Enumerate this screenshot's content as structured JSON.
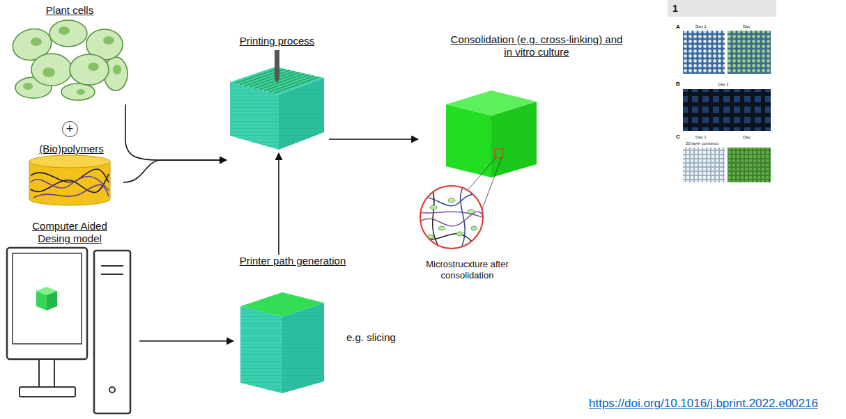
{
  "diagram": {
    "nodes": [
      {
        "text": [
          "Plant cells"
        ]
      },
      {
        "text": [
          "+"
        ]
      },
      {
        "text": [
          "(Bio)polymers"
        ]
      },
      {
        "text": [
          "Computer Aided Desing model"
        ]
      },
      {
        "text": [
          "Printing process"
        ]
      },
      {
        "text": [
          "Printer path generation",
          "e.g. slicing"
        ]
      },
      {
        "text": [
          "Consolidation (e.g. cross-linking) and in vitro culture"
        ]
      },
      {
        "text": [
          "Microstrucxture after consolidation"
        ]
      }
    ],
    "edges": [
      {
        "from": 0,
        "to": 4,
        "arrow": "to"
      },
      {
        "from": 2,
        "to": 4,
        "arrow": "to"
      },
      {
        "from": 3,
        "to": 5,
        "arrow": "to"
      },
      {
        "from": 5,
        "to": 4,
        "arrow": "to"
      },
      {
        "from": 4,
        "to": 6,
        "arrow": "to"
      }
    ],
    "labels": [
      "1",
      "A",
      "Day 1",
      "Day",
      "B",
      "Day 1",
      "C",
      "Day 1",
      "Day",
      "20 layer construct",
      "https://doi.org/10.1016/j.bprint.2022.e00216"
    ]
  }
}
